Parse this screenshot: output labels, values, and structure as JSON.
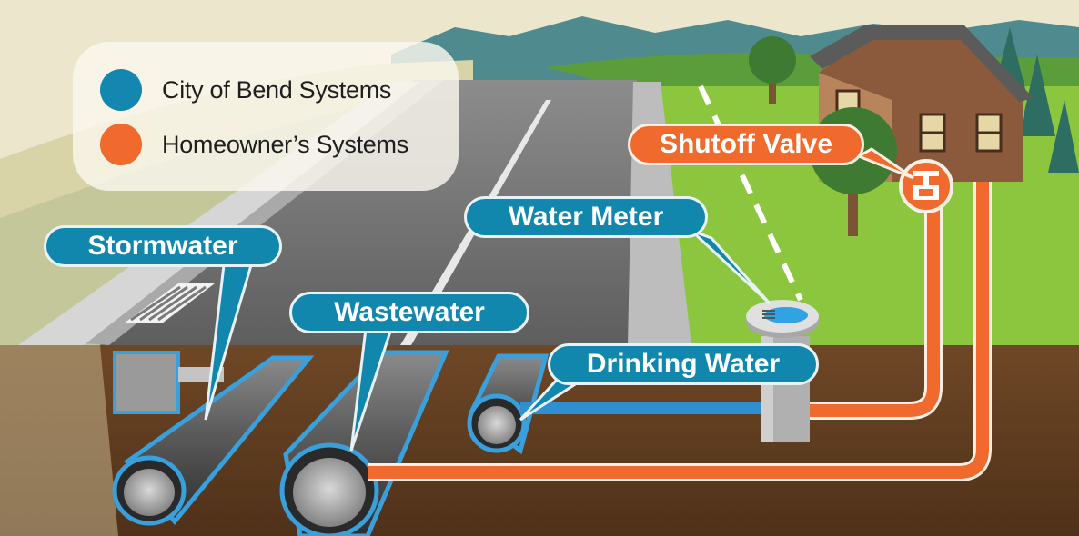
{
  "legend": {
    "city_label": "City of Bend Systems",
    "homeowner_label": "Homeowner’s Systems"
  },
  "labels": {
    "stormwater": "Stormwater",
    "wastewater": "Wastewater",
    "water_meter": "Water Meter",
    "drinking_water": "Drinking Water",
    "shutoff_valve": "Shutoff Valve"
  },
  "colors": {
    "city_blue": "#1487b0",
    "homeowner_orange": "#ef6a2c",
    "pipe_blue": "#2f8fd0",
    "soil": "#6b4423",
    "grass": "#8cc63f"
  }
}
